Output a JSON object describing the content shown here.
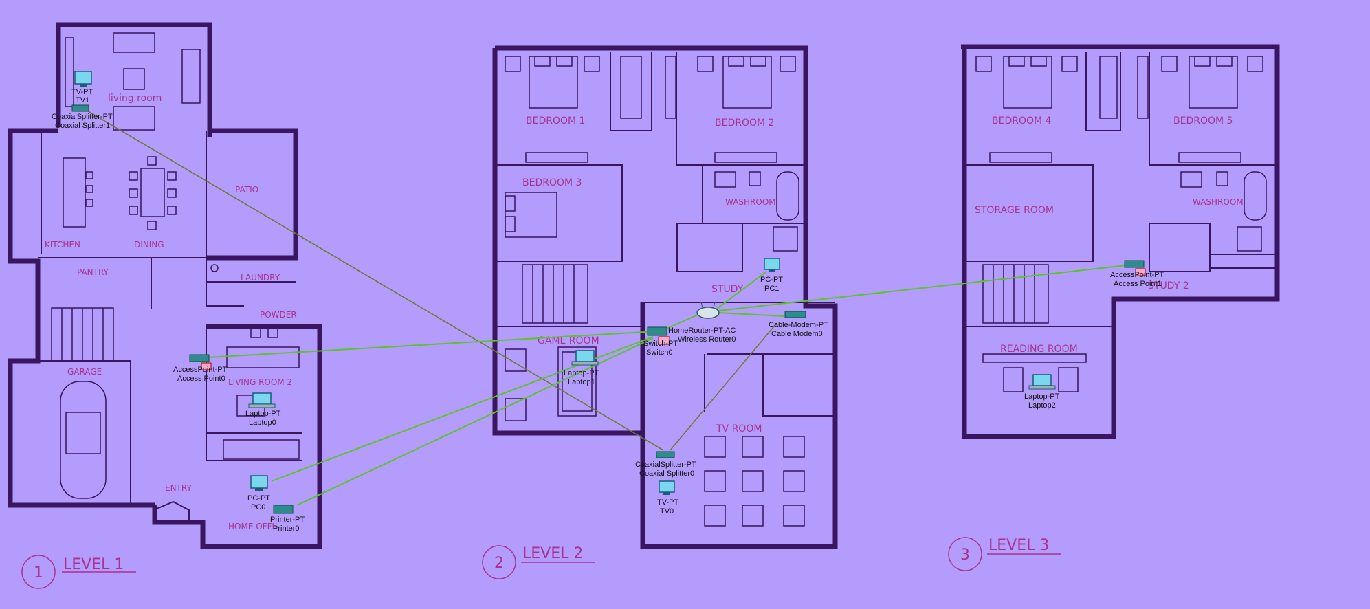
{
  "levels": [
    {
      "number": "1",
      "label": "LEVEL 1"
    },
    {
      "number": "2",
      "label": "LEVEL 2"
    },
    {
      "number": "3",
      "label": "LEVEL 3"
    }
  ],
  "rooms": {
    "level1": {
      "living_room": "living room",
      "kitchen": "KITCHEN",
      "dining": "DINING",
      "patio": "PATIO",
      "pantry": "PANTRY",
      "laundry": "LAUNDRY",
      "powder": "POWDER",
      "garage": "GARAGE",
      "living_room_2": "LIVING ROOM 2",
      "entry": "ENTRY",
      "home_office": "HOME OFFI"
    },
    "level2": {
      "bedroom1": "BEDROOM 1",
      "bedroom2": "BEDROOM 2",
      "bedroom3": "BEDROOM 3",
      "washroom": "WASHROOM",
      "study": "STUDY",
      "game_room": "GAME ROOM",
      "tv_room": "TV ROOM"
    },
    "level3": {
      "bedroom4": "BEDROOM 4",
      "bedroom5": "BEDROOM 5",
      "storage_room": "STORAGE ROOM",
      "washroom": "WASHROOM",
      "study2": "STUDY 2",
      "reading_room": "READING ROOM"
    }
  },
  "devices": {
    "tv1": {
      "type": "TV-PT",
      "name": "TV1"
    },
    "coax1": {
      "type": "CoaxialSplitter-PT",
      "name": "Coaxial Splitter1"
    },
    "ap0": {
      "type": "AccessPoint-PT",
      "name": "Access Point0"
    },
    "laptop0": {
      "type": "Laptop-PT",
      "name": "Laptop0"
    },
    "pc0": {
      "type": "PC-PT",
      "name": "PC0"
    },
    "printer0": {
      "type": "Printer-PT",
      "name": "Printer0"
    },
    "pc1": {
      "type": "PC-PT",
      "name": "PC1"
    },
    "router0": {
      "type": "HomeRouter-PT-AC",
      "name": "Wireless Router0"
    },
    "modem0": {
      "type": "Cable-Modem-PT",
      "name": "Cable Modem0"
    },
    "switch0": {
      "type": "Switch-PT",
      "name": "Switch0"
    },
    "laptop1": {
      "type": "Laptop-PT",
      "name": "Laptop1"
    },
    "coax0": {
      "type": "CoaxialSplitter-PT",
      "name": "Coaxial Splitter0"
    },
    "tv0": {
      "type": "TV-PT",
      "name": "TV0"
    },
    "ap1": {
      "type": "AccessPoint-PT",
      "name": "Access Point1"
    },
    "laptop2": {
      "type": "Laptop-PT",
      "name": "Laptop2"
    }
  },
  "colors": {
    "background": "#b39cfb",
    "walls": "#3a1560",
    "room_labels": "#a8328f",
    "ethernet_link": "#5ec22a",
    "coax_link": "#6b7a3a"
  }
}
